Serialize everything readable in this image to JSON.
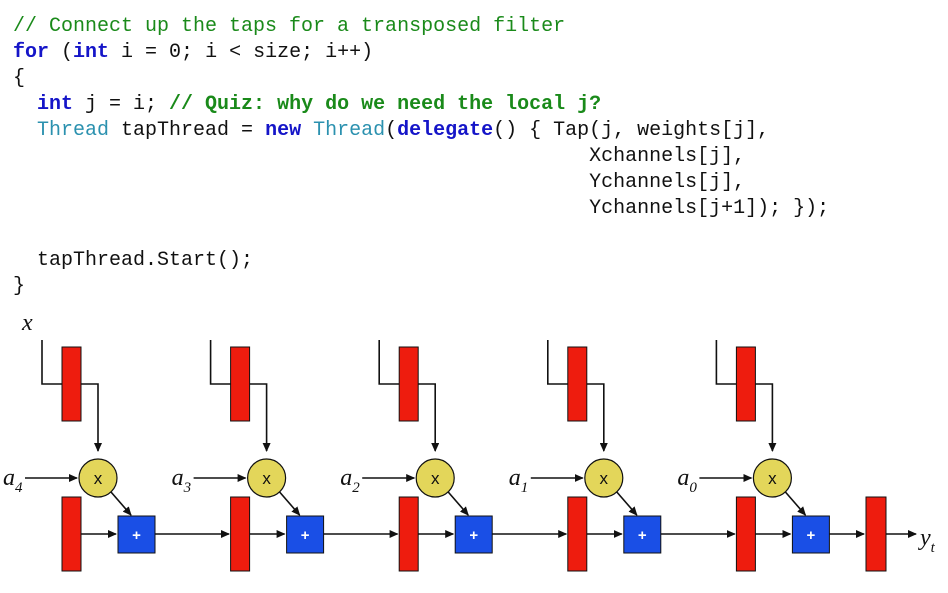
{
  "code": {
    "line1": "// Connect up the taps for a transposed filter",
    "line2": {
      "kw_for": "for",
      "p1": " (",
      "kw_int": "int",
      "p2": " i = 0; i < size; i++)"
    },
    "line3": "{",
    "line4": {
      "indent": "  ",
      "kw_int": "int",
      "p1": " j = i; ",
      "comment": "// Quiz: why do we need the local j?"
    },
    "line5": {
      "indent": "  ",
      "ty1": "Thread",
      "p1": " tapThread = ",
      "kw_new": "new",
      "p2": " ",
      "ty2": "Thread",
      "p3": "(",
      "kw_delegate": "delegate",
      "p4": "() { Tap(j, weights[j],"
    },
    "line6": "                                                Xchannels[j],",
    "line7": "                                                Ychannels[j],",
    "line8": "                                                Ychannels[j+1]); });",
    "line9": "",
    "line10": "  tapThread.Start();",
    "line11": "}"
  },
  "diagram": {
    "input_label": "x",
    "output_label": {
      "base": "y",
      "sub": "t"
    },
    "stages": [
      {
        "coef_base": "a",
        "coef_sub": "4",
        "multiplier_symbol": "x",
        "adder_symbol": "+"
      },
      {
        "coef_base": "a",
        "coef_sub": "3",
        "multiplier_symbol": "x",
        "adder_symbol": "+"
      },
      {
        "coef_base": "a",
        "coef_sub": "2",
        "multiplier_symbol": "x",
        "adder_symbol": "+"
      },
      {
        "coef_base": "a",
        "coef_sub": "1",
        "multiplier_symbol": "x",
        "adder_symbol": "+"
      },
      {
        "coef_base": "a",
        "coef_sub": "0",
        "multiplier_symbol": "x",
        "adder_symbol": "+"
      }
    ],
    "colors": {
      "register": "#ee1c0e",
      "multiplier": "#e3d65a",
      "adder": "#1a4fe6",
      "wire": "#111111"
    }
  }
}
